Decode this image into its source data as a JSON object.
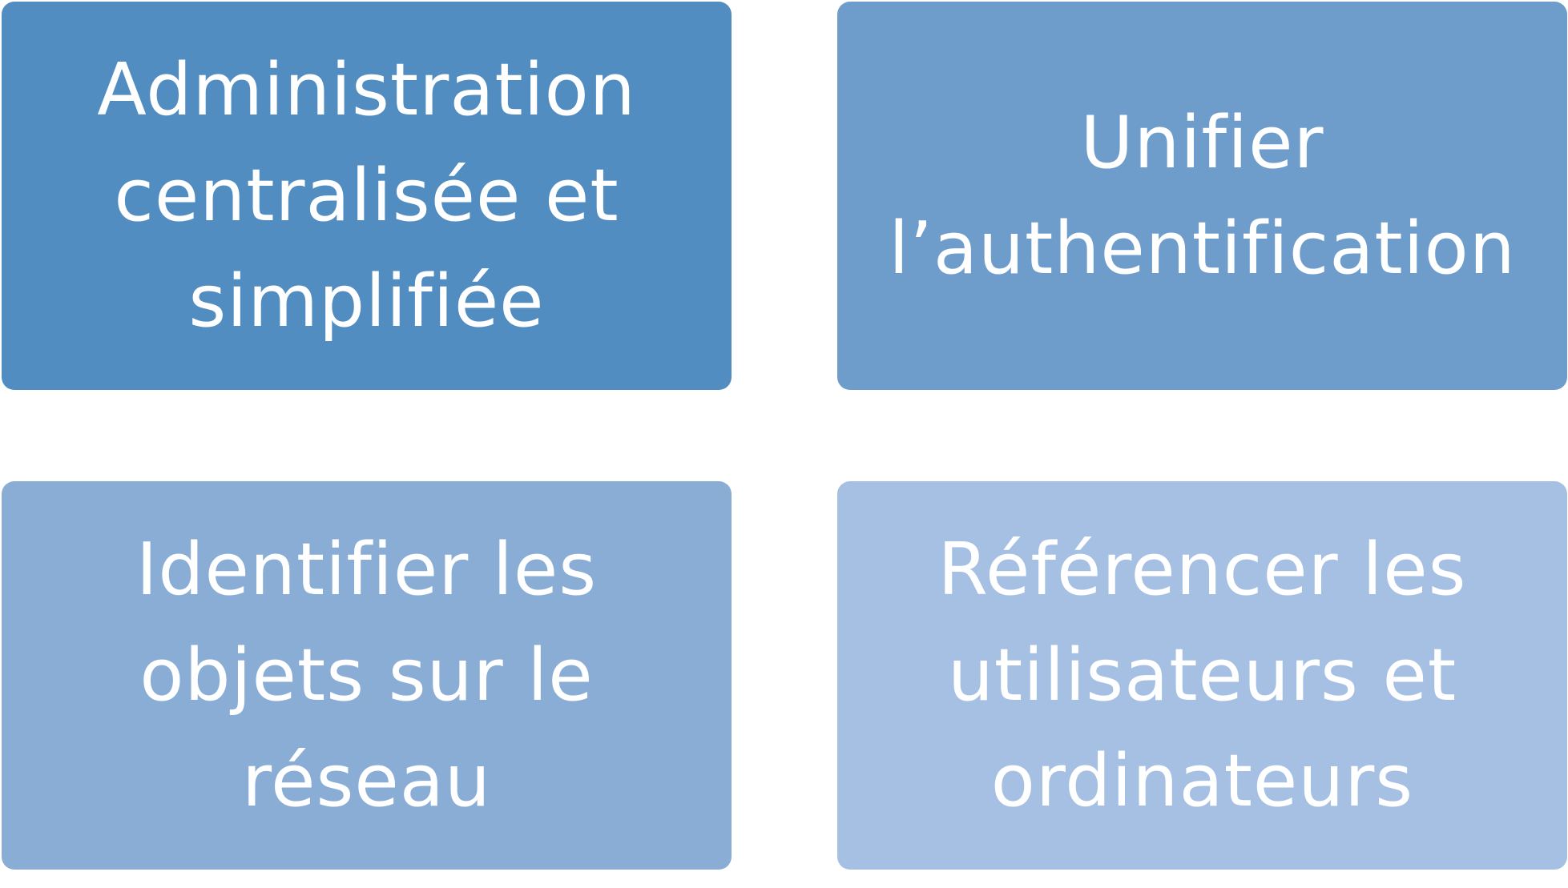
{
  "boxes": [
    {
      "text": "Administration centralisée et simplifiée",
      "color": "#528dc1"
    },
    {
      "text": "Unifier l’authentification",
      "color": "#6e9dcc"
    },
    {
      "text": "Identifier les objets sur le réseau",
      "color": "#8aadd6"
    },
    {
      "text": "Référencer les utilisateurs et ordinateurs",
      "color": "#a5c0e3"
    }
  ]
}
